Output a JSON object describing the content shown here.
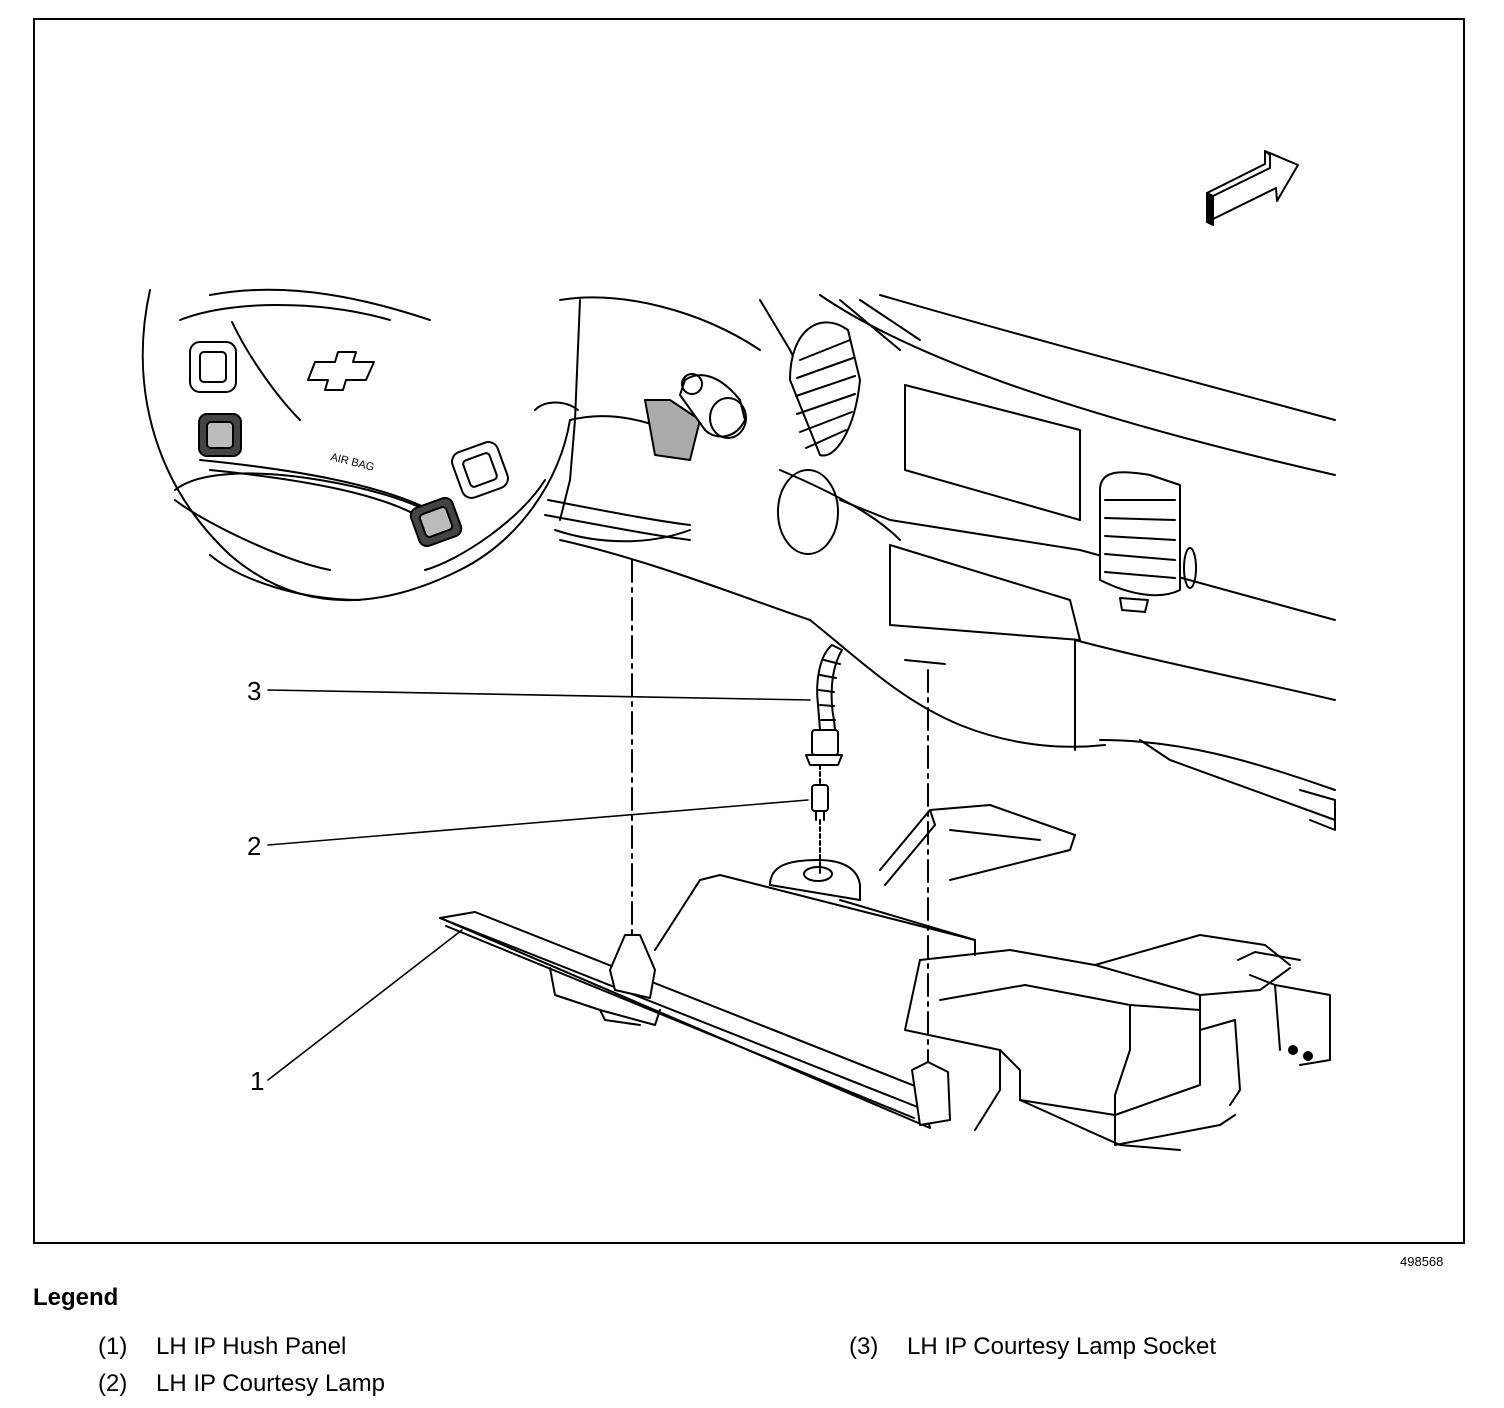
{
  "callouts": {
    "c1": "1",
    "c2": "2",
    "c3": "3"
  },
  "airbag_text": "AIR BAG",
  "figure_id": "498568",
  "legend": {
    "title": "Legend",
    "items": [
      {
        "num": "(1)",
        "label": "LH IP Hush Panel"
      },
      {
        "num": "(2)",
        "label": "LH IP Courtesy Lamp"
      },
      {
        "num": "(3)",
        "label": "LH IP Courtesy Lamp Socket"
      }
    ]
  }
}
